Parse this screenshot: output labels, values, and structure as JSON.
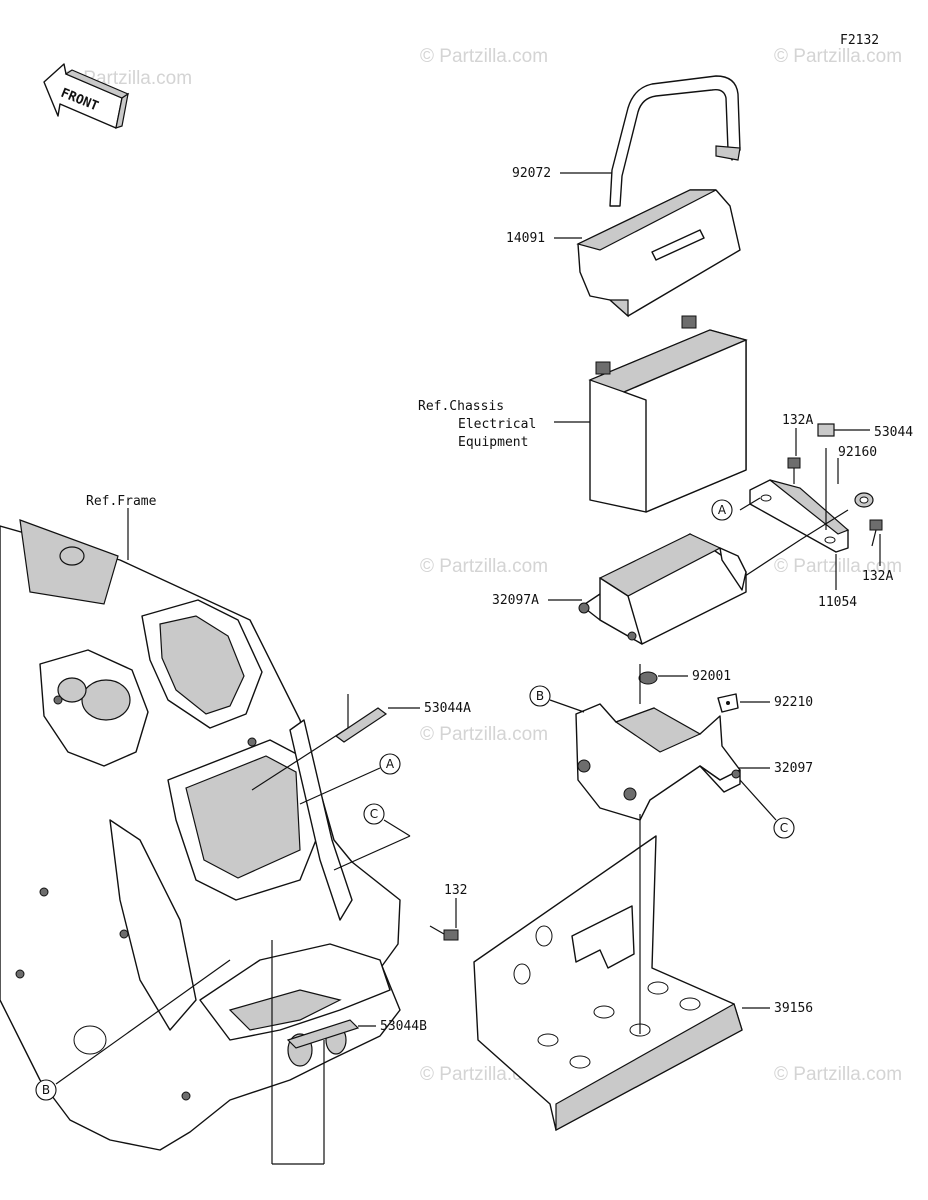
{
  "figure_code": "F2132",
  "front_label": "FRONT",
  "watermark": "© Partzilla.com",
  "ref_frame": "Ref.Frame",
  "ref_chassis": [
    "Ref.Chassis",
    "Electrical",
    "Equipment"
  ],
  "parts": {
    "p92072": "92072",
    "p14091": "14091",
    "p132A_top": "132A",
    "p53044": "53044",
    "p92160": "92160",
    "p132A_bottom": "132A",
    "p11054": "11054",
    "p32097A": "32097A",
    "p92001": "92001",
    "p92210": "92210",
    "p32097": "32097",
    "p53044A": "53044A",
    "p132": "132",
    "p39156": "39156",
    "p53044B": "53044B"
  },
  "callouts": {
    "a_right": "A",
    "b_right": "B",
    "c_right": "C",
    "a_left": "A",
    "c_left": "C",
    "b_left": "B"
  }
}
